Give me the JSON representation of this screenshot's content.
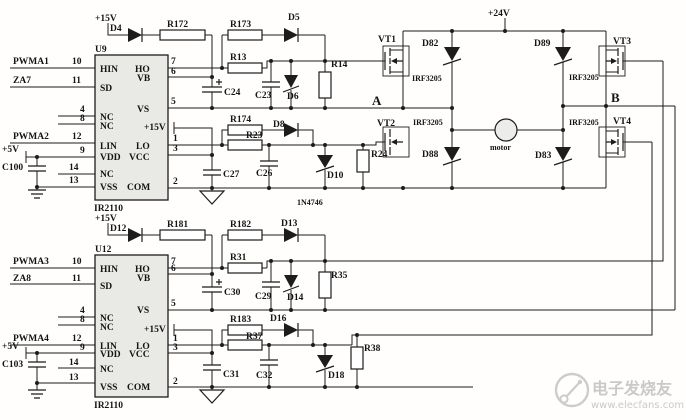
{
  "power": {
    "p15v": "+15V",
    "p5v": "+5V",
    "p24v": "+24V"
  },
  "nodes": {
    "a": "A",
    "b": "B"
  },
  "annotations": {
    "zener_part": "1N4746",
    "mosfet_part": "IRF3205",
    "motor": "motor"
  },
  "ics": {
    "u9": {
      "ref": "U9",
      "part": "IR2110"
    },
    "u12": {
      "ref": "U12",
      "part": "IR2110"
    }
  },
  "pin_names": {
    "hin": "HIN",
    "sd": "SD",
    "nc": "NC",
    "lin": "LIN",
    "vdd": "VDD",
    "vss": "VSS",
    "ho": "HO",
    "vb": "VB",
    "vs": "VS",
    "lo": "LO",
    "vcc": "VCC",
    "com": "COM"
  },
  "pin_numbers": {
    "p1": "1",
    "p2": "2",
    "p3": "3",
    "p4": "4",
    "p5": "5",
    "p6": "6",
    "p7": "7",
    "p8": "8",
    "p9": "9",
    "p10": "10",
    "p11": "11",
    "p12": "12",
    "p13": "13",
    "p14": "14"
  },
  "signals": {
    "pwma1": "PWMA1",
    "za7": "ZA7",
    "pwma2": "PWMA2",
    "pwma3": "PWMA3",
    "za8": "ZA8",
    "pwma4": "PWMA4"
  },
  "components": {
    "d4": "D4",
    "r172": "R172",
    "r173": "R173",
    "d5": "D5",
    "r13": "R13",
    "c24": "C24",
    "c23": "C23",
    "d6": "D6",
    "r14": "R14",
    "r174": "R174",
    "d8": "D8",
    "r23": "R23",
    "c27": "C27",
    "c26": "C26",
    "d10": "D10",
    "r24": "R24",
    "c100": "C100",
    "vt1": "VT1",
    "vt2": "VT2",
    "vt3": "VT3",
    "vt4": "VT4",
    "d82": "D82",
    "d88": "D88",
    "d89": "D89",
    "d83": "D83",
    "d12": "D12",
    "r181": "R181",
    "r182": "R182",
    "d13": "D13",
    "r31": "R31",
    "c30": "C30",
    "c29": "C29",
    "d14": "D14",
    "r35": "R35",
    "r183": "R183",
    "d16": "D16",
    "r37": "R37",
    "c31": "C31",
    "c32": "C32",
    "d18": "D18",
    "r38": "R38",
    "c103": "C103"
  },
  "watermark": {
    "brand": "电子发烧友",
    "url": "www.elecfans.com"
  },
  "colors": {
    "wire": "#1c1c1c",
    "chip_fill": "#e9e9e6",
    "watermark": "#c9c9c9"
  }
}
